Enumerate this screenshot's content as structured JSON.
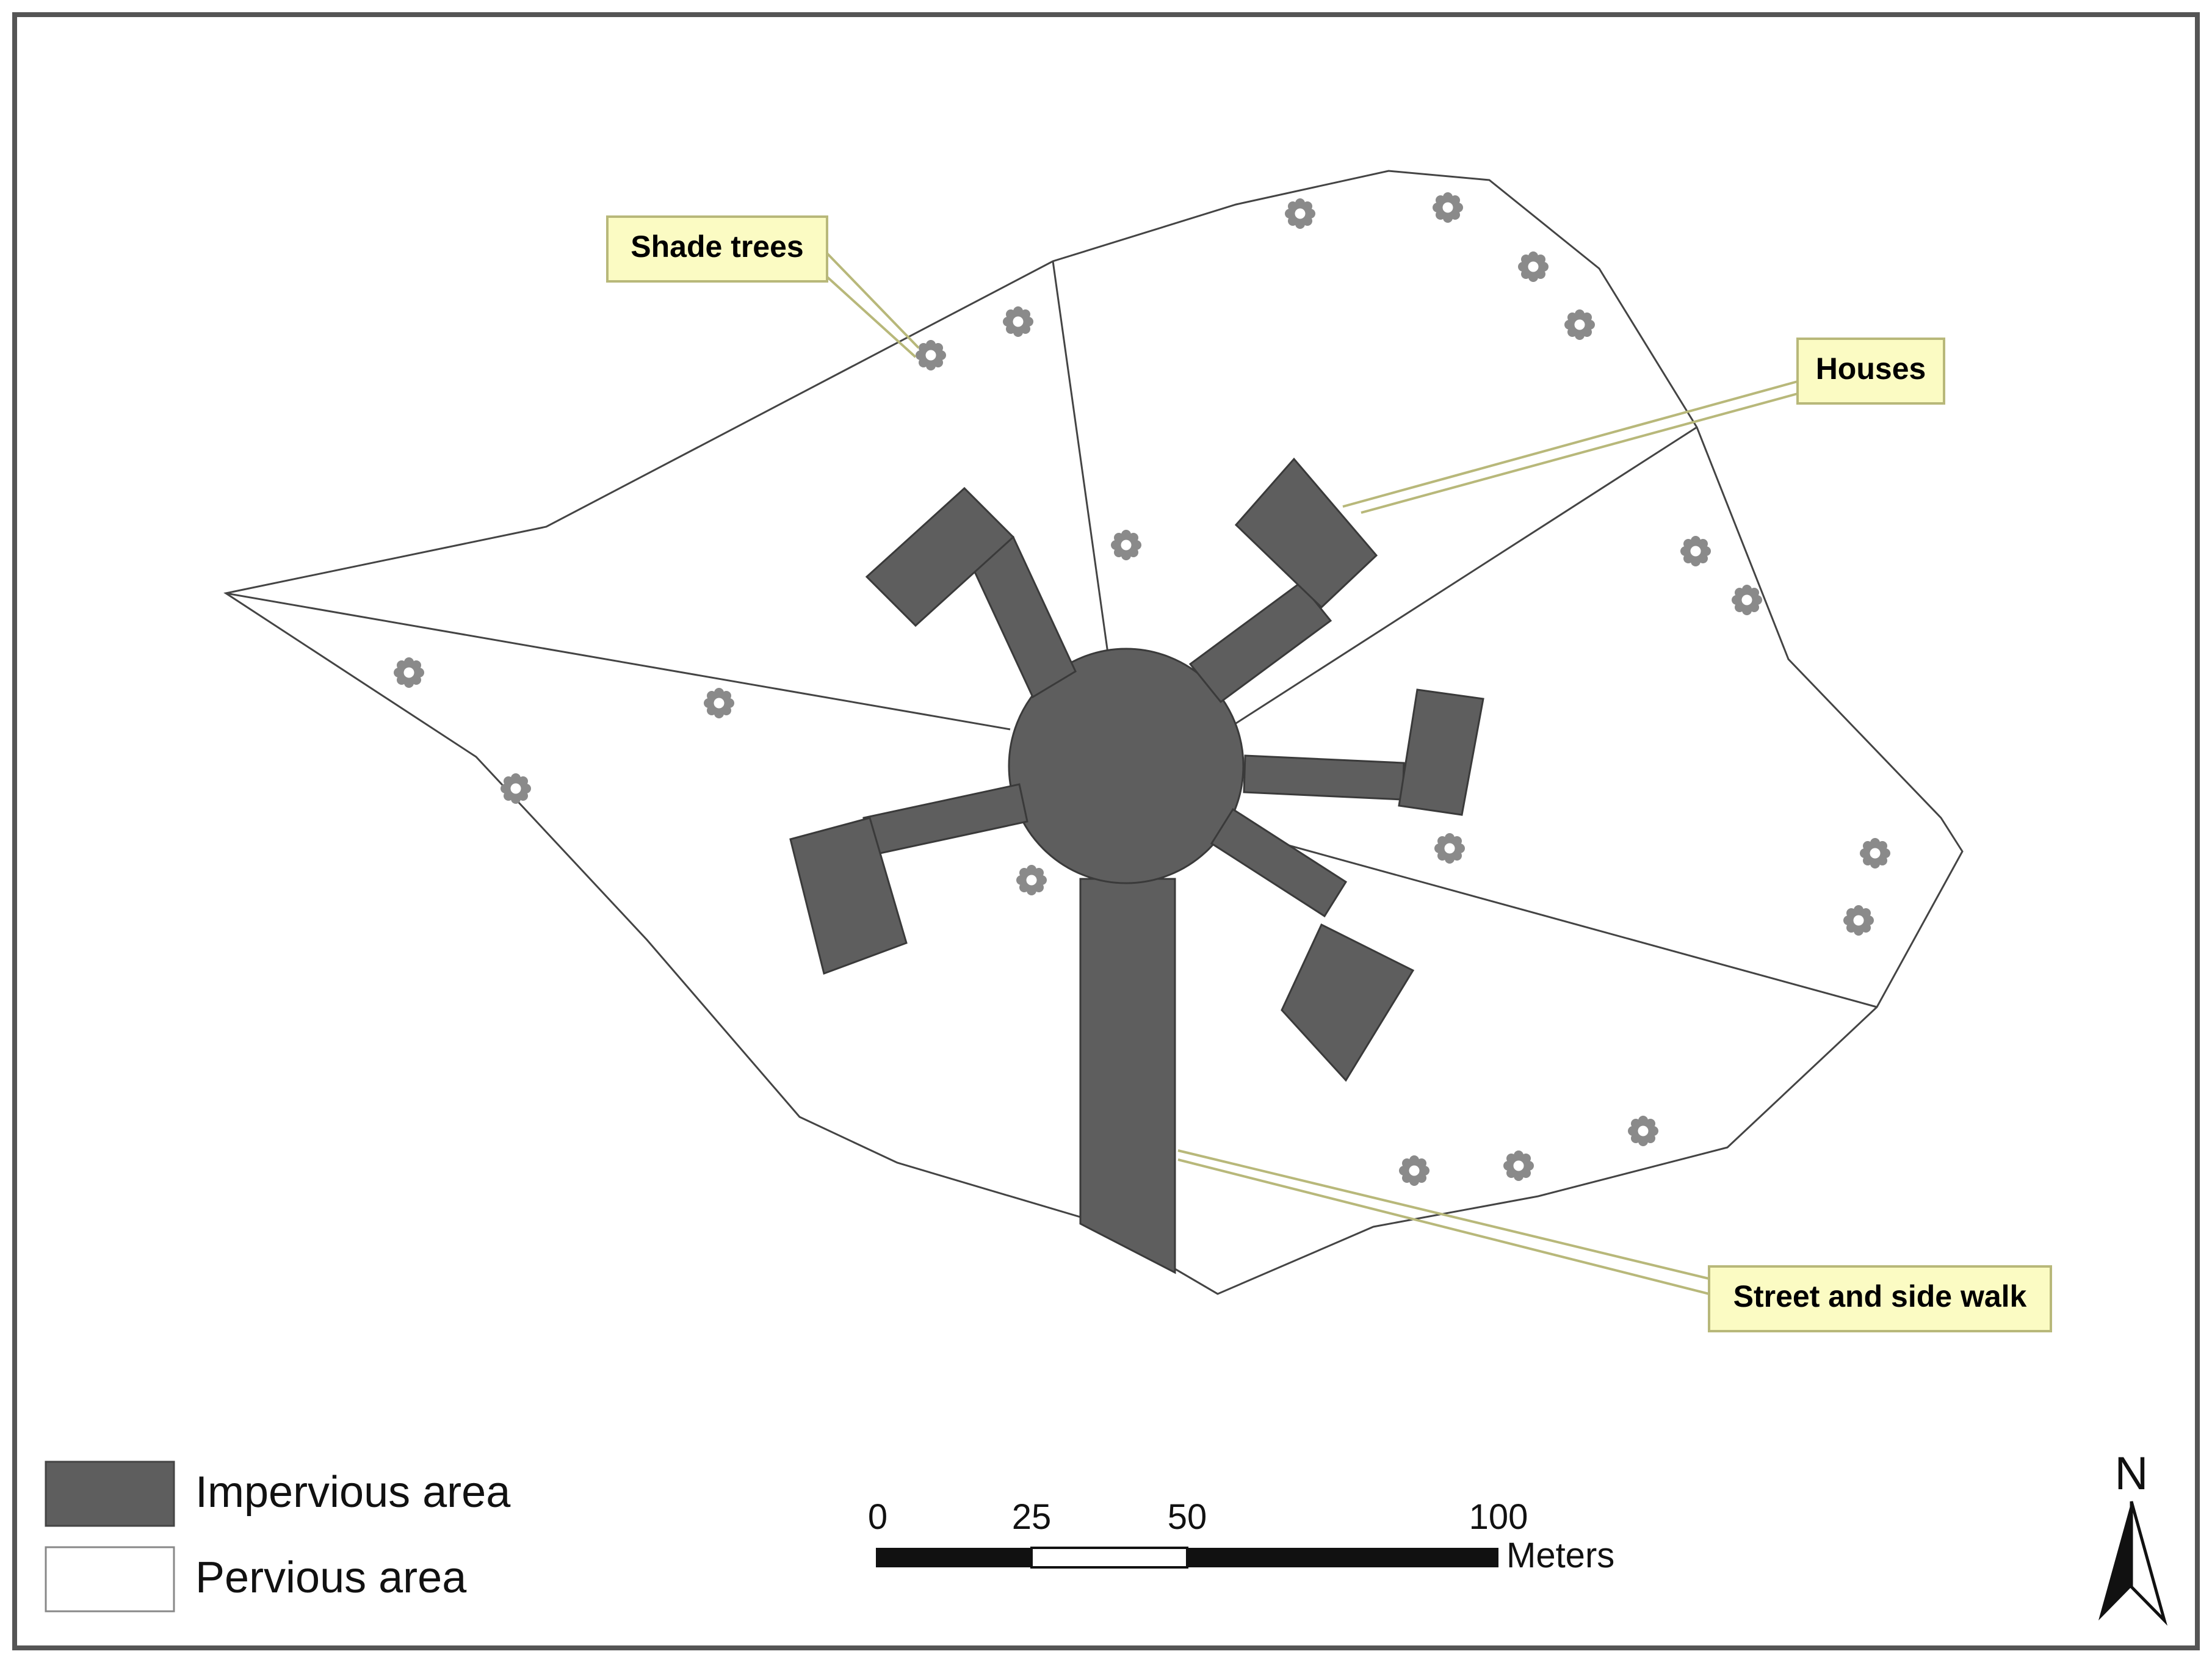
{
  "colors": {
    "impervious": "#5e5e5e",
    "pervious": "#ffffff",
    "callout_fill": "#fbfbc3",
    "callout_border": "#b8b87a",
    "tree": "#8a8a8a",
    "frame": "#555555"
  },
  "callouts": {
    "shade_trees": "Shade trees",
    "houses": "Houses",
    "street": "Street and side walk"
  },
  "legend": {
    "impervious_label": "Impervious area",
    "pervious_label": "Pervious area"
  },
  "scale_bar": {
    "ticks": [
      "0",
      "25",
      "50",
      "100"
    ],
    "unit": "Meters"
  },
  "north_arrow": {
    "label": "N"
  },
  "icons": {
    "tree": "tree-icon",
    "north": "north-arrow-icon"
  }
}
